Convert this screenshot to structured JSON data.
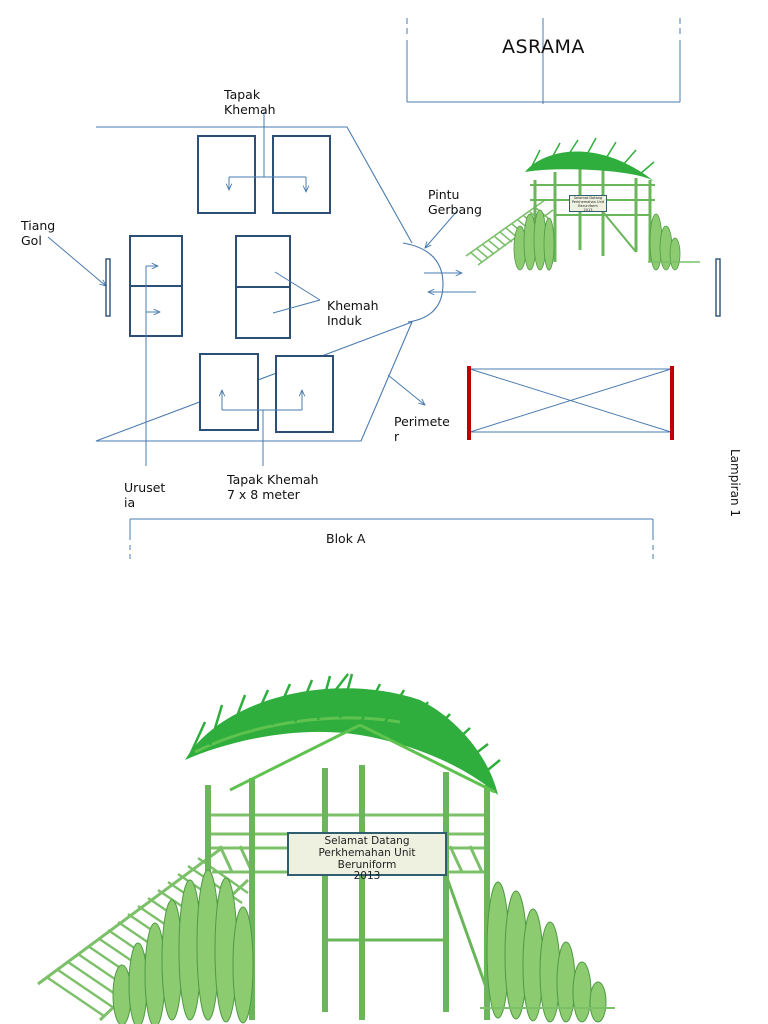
{
  "title": "ASRAMA",
  "labels": {
    "tapak_khemah_top": "Tapak\nKhemah",
    "tiang_gol": "Tiang\nGol",
    "pintu_gerbang": "Pintu\nGerbang",
    "khemah_induk": "Khemah\nInduk",
    "perimeter": "Perimete\nr",
    "uruset_ia": "Uruset\nia",
    "tapak_khemah_bottom": "Tapak Khemah\n7 x 8 meter",
    "blok_a": "Blok A",
    "lampiran": "Lampiran 1"
  },
  "gate_sign": {
    "line1": "Selamat  Datang",
    "line2": "Perkhemahan Unit",
    "line3": "Beruniform",
    "line4": "2013"
  },
  "gate_sign_small": {
    "line1": "Selamat Datang",
    "line2": "Perkhemahan Unit Beruniform",
    "line3": "2013"
  },
  "colors": {
    "line": "#4a7bb0",
    "tent": "#2c4f78",
    "bamboo": "#7cc06a",
    "bamboo_dark": "#4f9a45",
    "leaf": "#2fae3d",
    "post": "#c00000"
  }
}
